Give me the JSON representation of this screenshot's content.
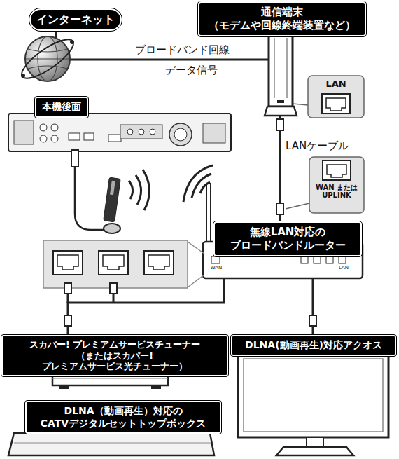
{
  "diagram": {
    "nodes": [
      {
        "text": [
          "インターネット"
        ]
      },
      {
        "text": [
          "通信端末 （モデムや回線終端装置など）"
        ]
      },
      {
        "text": [
          "本機後面"
        ]
      },
      {
        "text": [
          "無線LAN対応の ブロードバンドルーター"
        ]
      },
      {
        "text": [
          "スカパー! プレミアムサービスチューナー （またはスカパー! プレミアムサービス光チューナー）"
        ]
      },
      {
        "text": [
          "DLNA(動画再生)対応アクオス"
        ]
      },
      {
        "text": [
          "DLNA（動画再生）対応の CATVデジタルセットトップボックス"
        ]
      }
    ],
    "edges": [
      {
        "from": 0,
        "to": 1,
        "arrow": "none",
        "label": "ブロードバンド回線"
      },
      {
        "from": 1,
        "to": 3,
        "arrow": "none"
      },
      {
        "from": 3,
        "to": 4,
        "arrow": "none"
      },
      {
        "from": 3,
        "to": 5,
        "arrow": "none"
      }
    ],
    "labels": [
      "データ信号",
      "LANケーブル",
      "LAN",
      "WAN または UPLINK",
      "WAN",
      "LAN"
    ]
  }
}
